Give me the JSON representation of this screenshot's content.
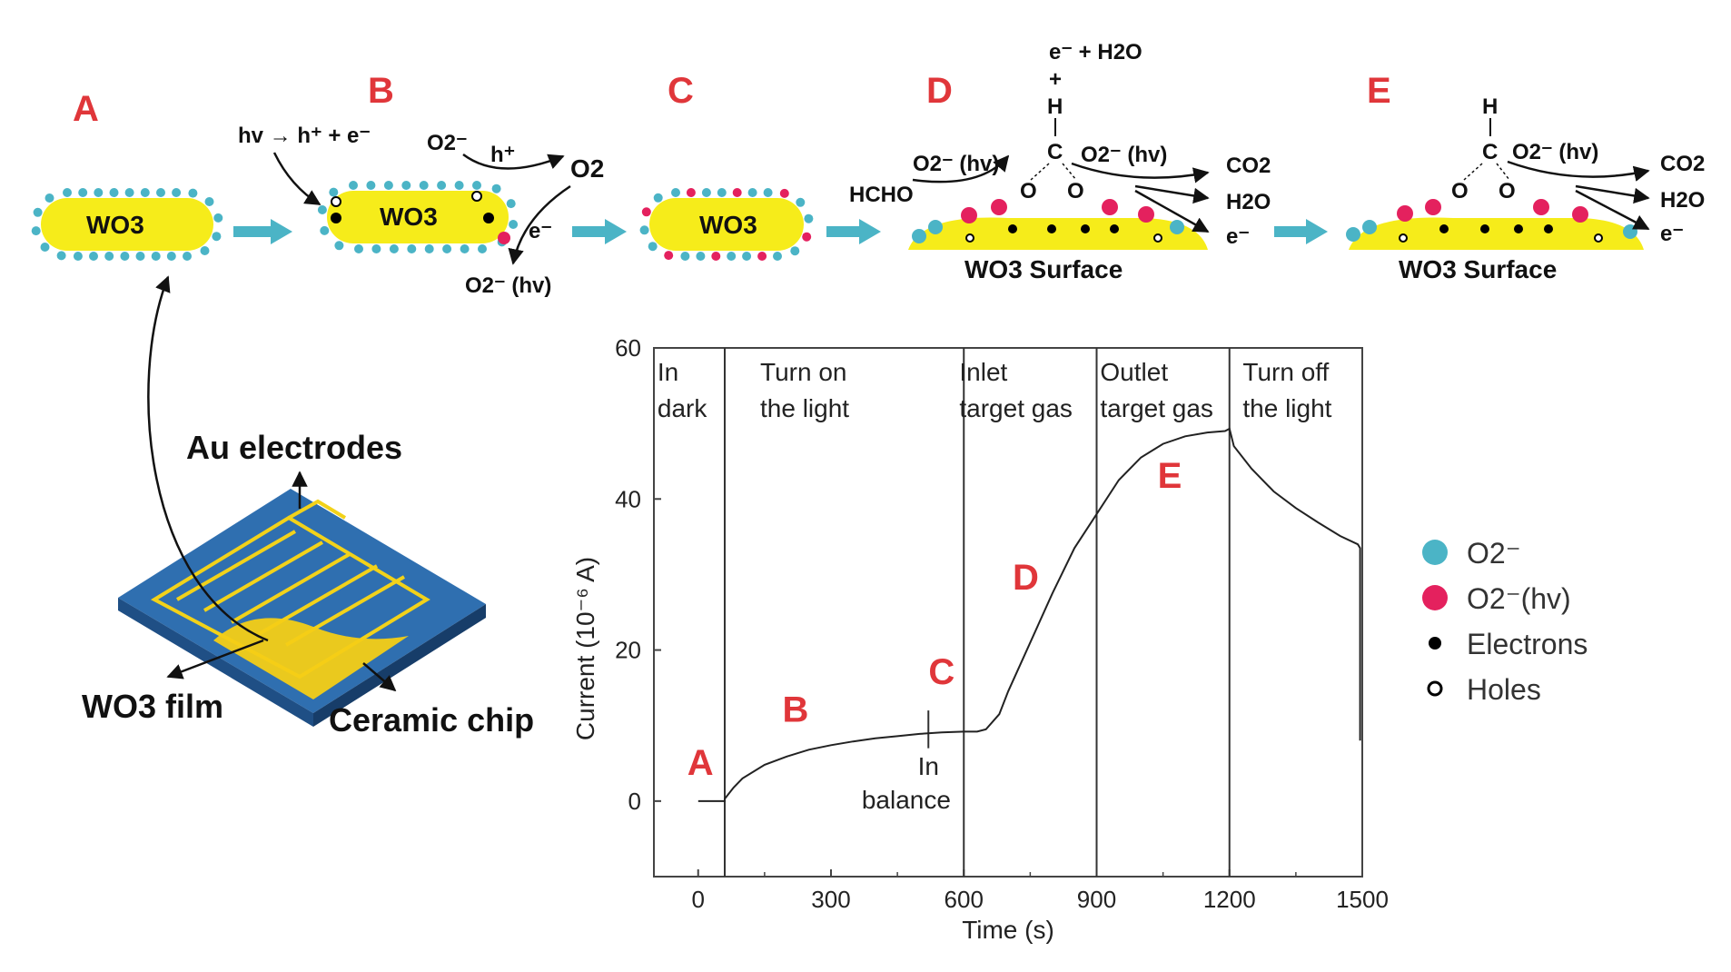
{
  "panels": {
    "A": {
      "label": "A",
      "particle": "WO3"
    },
    "B": {
      "label": "B",
      "particle": "WO3",
      "reaction": "hv → h⁺ + e⁻",
      "o2_ads": "O2⁻",
      "hole": "h⁺",
      "o2": "O2",
      "electron": "e⁻",
      "o2_hv": "O2⁻ (hv)"
    },
    "C": {
      "label": "C",
      "particle": "WO3"
    },
    "D": {
      "label": "D",
      "hcho": "HCHO",
      "o2_hv_left": "O2⁻ (hv)",
      "o2_hv_right": "O2⁻ (hv)",
      "top": "e⁻ + H2O",
      "plus": "+",
      "h": "H",
      "c": "C",
      "o1": "O",
      "o2": "O",
      "co2": "CO2",
      "h2o": "H2O",
      "e": "e⁻",
      "surface": "WO3  Surface"
    },
    "E": {
      "label": "E",
      "h": "H",
      "c": "C",
      "o1": "O",
      "o2": "O",
      "o2_hv": "O2⁻ (hv)",
      "co2": "CO2",
      "h2o": "H2O",
      "e": "e⁻",
      "surface": "WO3  Surface"
    }
  },
  "chip": {
    "au": "Au electrodes",
    "film": "WO3 film",
    "ceramic": "Ceramic chip"
  },
  "chart_data": {
    "type": "line",
    "xlabel": "Time (s)",
    "ylabel": "Current (10⁻⁶ A)",
    "xlim": [
      -100,
      1500
    ],
    "ylim": [
      -10,
      60
    ],
    "xticks": [
      0,
      300,
      600,
      900,
      1200,
      1500
    ],
    "yticks": [
      0,
      20,
      40,
      60
    ],
    "series": [
      {
        "x": [
          0,
          60,
          60,
          80,
          100,
          150,
          200,
          250,
          300,
          350,
          400,
          450,
          500,
          550,
          600,
          630,
          650,
          680,
          700,
          750,
          800,
          850,
          900,
          950,
          1000,
          1050,
          1100,
          1150,
          1190,
          1200,
          1210,
          1250,
          1300,
          1350,
          1400,
          1450,
          1490,
          1495,
          1495
        ],
        "y": [
          0,
          0,
          0.3,
          1.8,
          3,
          4.8,
          5.9,
          6.8,
          7.4,
          7.9,
          8.3,
          8.6,
          8.9,
          9.1,
          9.2,
          9.2,
          9.5,
          11.5,
          14.5,
          21,
          27.5,
          33.5,
          38,
          42.5,
          45.5,
          47.3,
          48.3,
          48.8,
          49,
          49.3,
          47,
          44,
          41,
          38.8,
          36.9,
          35.1,
          34,
          33.5,
          8
        ]
      }
    ],
    "dividers": [
      60,
      600,
      900,
      1200
    ],
    "balance_tick_x": 520,
    "region_labels": [
      {
        "line1": "In",
        "line2": "dark"
      },
      {
        "line1": "Turn on",
        "line2": "the light"
      },
      {
        "line1": "Inlet",
        "line2": "target gas"
      },
      {
        "line1": "Outlet",
        "line2": "target gas"
      },
      {
        "line1": "Turn off",
        "line2": "the light"
      }
    ],
    "balance_label": {
      "line1": "In",
      "line2": "balance"
    },
    "stage_labels": [
      {
        "text": "A",
        "x": 5,
        "y": 3.5
      },
      {
        "text": "B",
        "x": 220,
        "y": 10.5
      },
      {
        "text": "C",
        "x": 550,
        "y": 15.5
      },
      {
        "text": "D",
        "x": 740,
        "y": 28
      },
      {
        "text": "E",
        "x": 1065,
        "y": 41.5
      }
    ]
  },
  "legend": [
    {
      "label": "O2⁻",
      "marker": "dot",
      "color": "#4bb4c6"
    },
    {
      "label": "O2⁻(hv)",
      "marker": "dot",
      "color": "#e4215e"
    },
    {
      "label": "Electrons",
      "marker": "dot",
      "color": "#000000"
    },
    {
      "label": "Holes",
      "marker": "ring",
      "color": "#000000"
    }
  ]
}
